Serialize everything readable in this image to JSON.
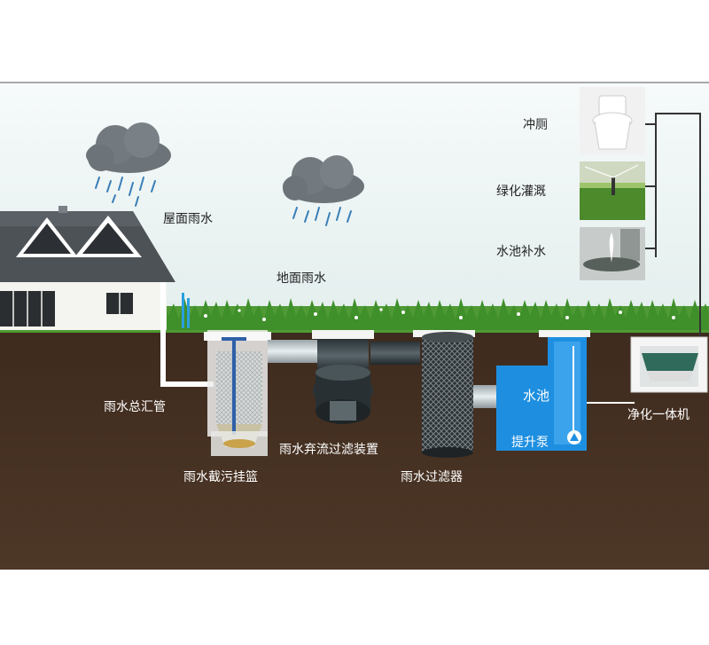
{
  "labels": {
    "roof_rain": "屋面雨水",
    "ground_rain": "地面雨水",
    "main_pipe": "雨水总汇管",
    "diversion_filter": "雨水弃流过滤装置",
    "basket": "雨水截污挂篮",
    "filter": "雨水过滤器",
    "pool": "水池",
    "pump": "提升泵",
    "purifier": "净化一体机",
    "toilet": "冲厕",
    "greening": "绿化灌溉",
    "pool_refill": "水池补水"
  },
  "icons": [
    "rain-cloud-icon",
    "toilet-icon",
    "sprinkler-icon",
    "fountain-icon",
    "pump-icon",
    "purifier-box-icon"
  ],
  "colors": {
    "soil": "#4a3424",
    "pool": "#1e8fe0",
    "grass": "#3f8f2a",
    "pipe": "#ffffff",
    "sky": "#e9f2f2"
  }
}
